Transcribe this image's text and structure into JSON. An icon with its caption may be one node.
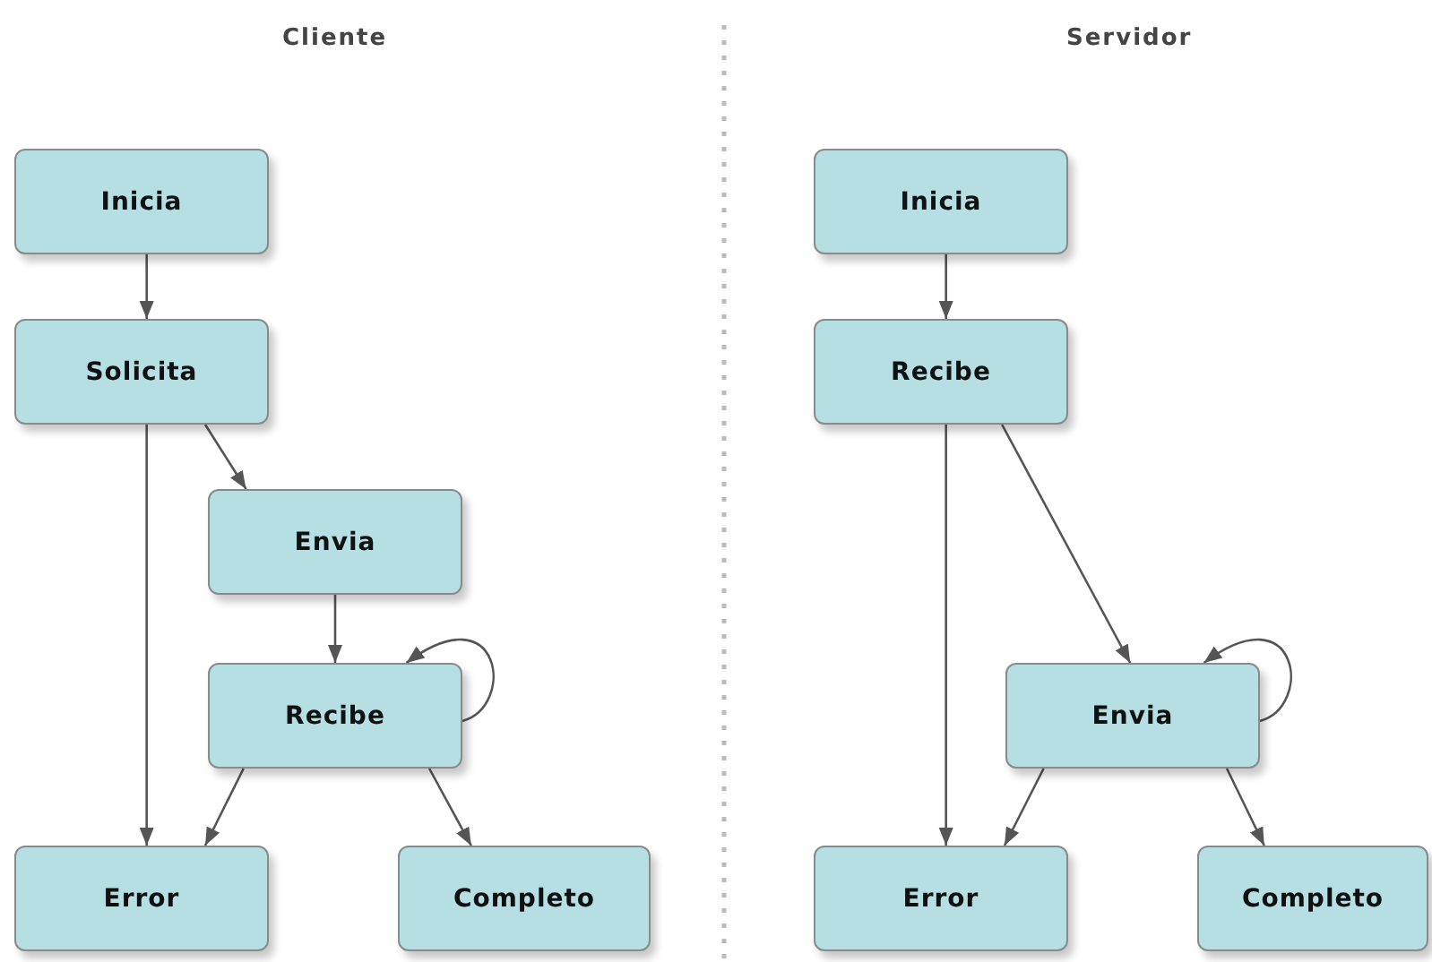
{
  "diagram": {
    "nodes": [
      {
        "text": [
          "Inicia"
        ]
      },
      {
        "text": [
          "Solicita"
        ]
      },
      {
        "text": [
          "Envia"
        ]
      },
      {
        "text": [
          "Recibe"
        ]
      },
      {
        "text": [
          "Error"
        ]
      },
      {
        "text": [
          "Completo"
        ]
      },
      {
        "text": [
          "Inicia"
        ]
      },
      {
        "text": [
          "Recibe"
        ]
      },
      {
        "text": [
          "Envia"
        ]
      },
      {
        "text": [
          "Error"
        ]
      },
      {
        "text": [
          "Completo"
        ]
      }
    ],
    "edges": [
      {
        "from": 0,
        "to": 1,
        "arrow": "to"
      },
      {
        "from": 1,
        "to": 4,
        "arrow": "to"
      },
      {
        "from": 1,
        "to": 2,
        "arrow": "to"
      },
      {
        "from": 2,
        "to": 3,
        "arrow": "to"
      },
      {
        "from": 3,
        "to": 3,
        "arrow": "to"
      },
      {
        "from": 3,
        "to": 4,
        "arrow": "to"
      },
      {
        "from": 3,
        "to": 5,
        "arrow": "to"
      },
      {
        "from": 6,
        "to": 7,
        "arrow": "to"
      },
      {
        "from": 7,
        "to": 9,
        "arrow": "to"
      },
      {
        "from": 7,
        "to": 8,
        "arrow": "to"
      },
      {
        "from": 8,
        "to": 8,
        "arrow": "to"
      },
      {
        "from": 8,
        "to": 9,
        "arrow": "to"
      },
      {
        "from": 8,
        "to": 10,
        "arrow": "to"
      }
    ],
    "labels": [
      "Cliente",
      "Servidor"
    ]
  }
}
